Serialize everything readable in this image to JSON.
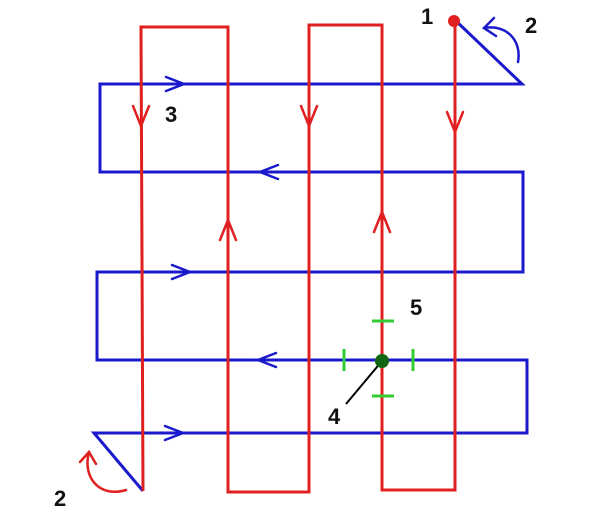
{
  "diagram": {
    "labels": {
      "start_point": "1",
      "turn_top": "2",
      "horizontal_pass": "3",
      "intersection_point": "4",
      "offset_marks": "5",
      "turn_bottom": "2"
    },
    "colors": {
      "vertical_path": "#e02020",
      "horizontal_path": "#1a1acc",
      "start_dot": "#e02020",
      "intersection_dot": "#116611",
      "offset_marks": "#33cc33",
      "leader_line": "#000000",
      "background": "#ffffff"
    },
    "icons": {
      "turn_top": "curved-arrow-icon",
      "turn_bottom": "curved-arrow-icon",
      "direction": "arrowhead-icon"
    }
  }
}
